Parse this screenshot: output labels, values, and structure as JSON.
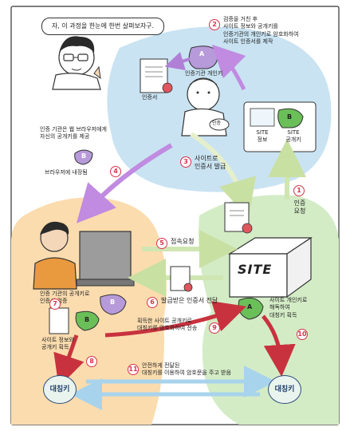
{
  "bubble_text": "자, 이 과정을 한눈에 한번 살펴보자구.",
  "steps": {
    "s1": {
      "num": "1",
      "text_l1": "인증",
      "text_l2": "요청"
    },
    "s2": {
      "num": "2",
      "l1": "검증을 거친 후",
      "l2": "사이트 정보와 공개키를",
      "l3": "인증기관의 개인키로 암호화하여",
      "l4": "사이트 인증서를 제작"
    },
    "s3": {
      "num": "3",
      "l1": "사이트로",
      "l2": "인증서 발급"
    },
    "s4": {
      "num": "4",
      "l1": "인증 기관은 웹 브라우저에게",
      "l2": "자신의 공개키를 제공",
      "l3": "브라우저에 내장됨"
    },
    "s5": {
      "num": "5",
      "text": "접속요청"
    },
    "s6": {
      "num": "6",
      "text": "발급받은 인증서 전달"
    },
    "s7": {
      "num": "7",
      "l1": "인증 기관의 공개키로",
      "l2": "인증서 검증"
    },
    "s8": {
      "num": "8"
    },
    "s9": {
      "num": "9",
      "l1": "획득한 사이트 공개키로",
      "l2": "대칭키를 암호화하여 전송"
    },
    "s10": {
      "num": "10",
      "l1": "사이트 개인키로",
      "l2": "해독하여",
      "l3": "대칭키 획득"
    },
    "s11": {
      "num": "11",
      "l1": "안전하게 전달된",
      "l2": "대칭키를 이용하여 암호문을 주고 받음"
    }
  },
  "labels": {
    "ca_private_key": "인증기관 개인키",
    "certificate": "인증서",
    "site_info": "SITE",
    "site_info_sub": "정보",
    "public_key_letter": "B",
    "public_key_label": "SITE",
    "public_key_sub": "공개키",
    "private_key_letter": "A",
    "site_sign": "SITE",
    "site_info_and_key_l1": "사이트 정보와",
    "site_info_and_key_l2": "공개키 획득",
    "symmetric_key_left": "대칭키",
    "symmetric_key_right": "대칭키",
    "badge": "인증"
  }
}
